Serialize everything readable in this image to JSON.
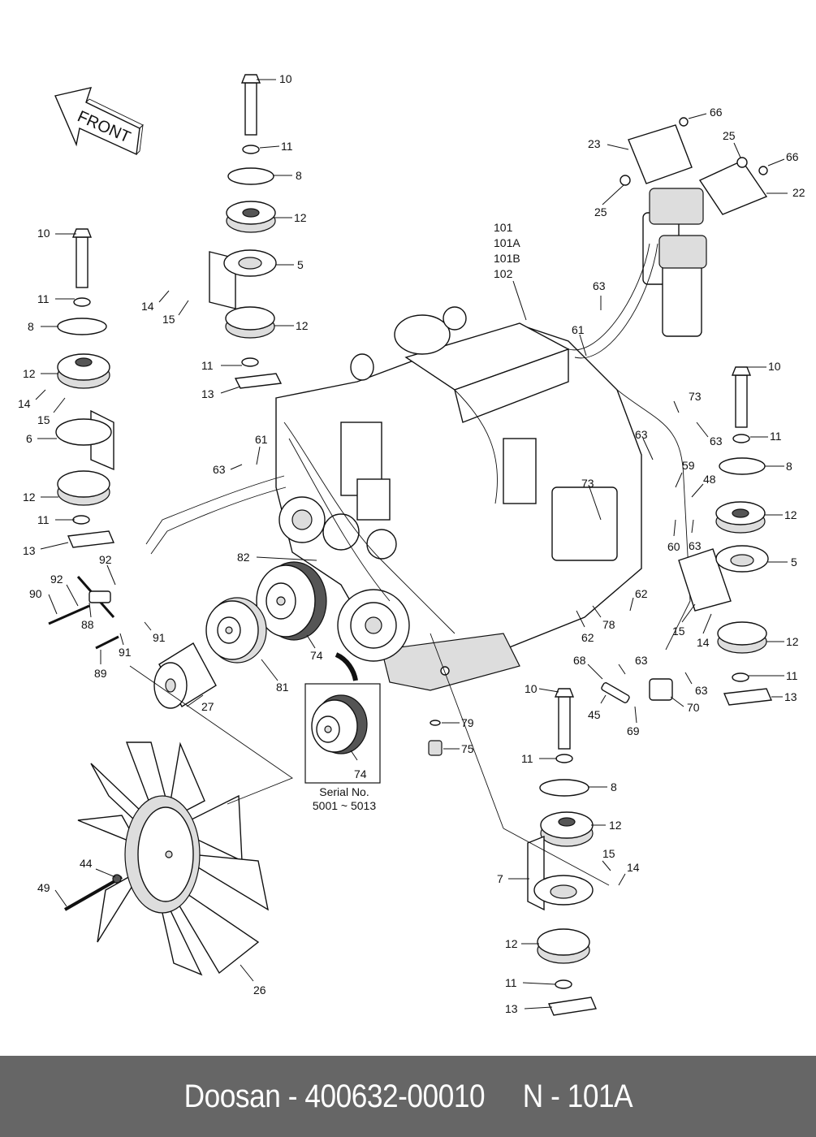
{
  "footer": {
    "brand": "Doosan",
    "part_number": "400632-00010",
    "diagram_ref": "N - 101A",
    "text": "Doosan - 400632-00010     N - 101A"
  },
  "orientation_arrow": {
    "label": "FRONT",
    "icon": "front-arrow-icon"
  },
  "detail_inset": {
    "part_label": "74",
    "serial_title": "Serial No.",
    "serial_range": "5001 ~ 5013"
  },
  "engine_label_stack": [
    "101",
    "101A",
    "101B",
    "102"
  ],
  "callouts": [
    {
      "id": "c1",
      "label": "10"
    },
    {
      "id": "c2",
      "label": "11"
    },
    {
      "id": "c3",
      "label": "8"
    },
    {
      "id": "c4",
      "label": "12"
    },
    {
      "id": "c5",
      "label": "5"
    },
    {
      "id": "c6",
      "label": "12"
    },
    {
      "id": "c7",
      "label": "11"
    },
    {
      "id": "c8",
      "label": "13"
    },
    {
      "id": "c9",
      "label": "14"
    },
    {
      "id": "c10",
      "label": "15"
    },
    {
      "id": "c11",
      "label": "10"
    },
    {
      "id": "c12",
      "label": "11"
    },
    {
      "id": "c13",
      "label": "8"
    },
    {
      "id": "c14",
      "label": "12"
    },
    {
      "id": "c15",
      "label": "14"
    },
    {
      "id": "c16",
      "label": "15"
    },
    {
      "id": "c17",
      "label": "6"
    },
    {
      "id": "c18",
      "label": "12"
    },
    {
      "id": "c19",
      "label": "11"
    },
    {
      "id": "c20",
      "label": "13"
    },
    {
      "id": "c21",
      "label": "66"
    },
    {
      "id": "c22",
      "label": "23"
    },
    {
      "id": "c23",
      "label": "25"
    },
    {
      "id": "c24",
      "label": "66"
    },
    {
      "id": "c25",
      "label": "22"
    },
    {
      "id": "c26",
      "label": "25"
    },
    {
      "id": "c27",
      "label": "63"
    },
    {
      "id": "c28",
      "label": "61"
    },
    {
      "id": "c29",
      "label": "73"
    },
    {
      "id": "c30",
      "label": "63"
    },
    {
      "id": "c31",
      "label": "10"
    },
    {
      "id": "c32",
      "label": "11"
    },
    {
      "id": "c33",
      "label": "8"
    },
    {
      "id": "c34",
      "label": "12"
    },
    {
      "id": "c35",
      "label": "5"
    },
    {
      "id": "c36",
      "label": "12"
    },
    {
      "id": "c37",
      "label": "11"
    },
    {
      "id": "c38",
      "label": "13"
    },
    {
      "id": "c39",
      "label": "15"
    },
    {
      "id": "c40",
      "label": "14"
    },
    {
      "id": "c41",
      "label": "63"
    },
    {
      "id": "c42",
      "label": "59"
    },
    {
      "id": "c43",
      "label": "48"
    },
    {
      "id": "c44",
      "label": "60"
    },
    {
      "id": "c45",
      "label": "63"
    },
    {
      "id": "c46",
      "label": "73"
    },
    {
      "id": "c47",
      "label": "62"
    },
    {
      "id": "c48",
      "label": "62"
    },
    {
      "id": "c49",
      "label": "78"
    },
    {
      "id": "c50",
      "label": "61"
    },
    {
      "id": "c51",
      "label": "63"
    },
    {
      "id": "c52",
      "label": "82"
    },
    {
      "id": "c53",
      "label": "92"
    },
    {
      "id": "c54",
      "label": "92"
    },
    {
      "id": "c55",
      "label": "90"
    },
    {
      "id": "c56",
      "label": "88"
    },
    {
      "id": "c57",
      "label": "91"
    },
    {
      "id": "c58",
      "label": "91"
    },
    {
      "id": "c59",
      "label": "89"
    },
    {
      "id": "c60",
      "label": "74"
    },
    {
      "id": "c61",
      "label": "81"
    },
    {
      "id": "c62",
      "label": "27"
    },
    {
      "id": "c63",
      "label": "79"
    },
    {
      "id": "c64",
      "label": "75"
    },
    {
      "id": "c65",
      "label": "68"
    },
    {
      "id": "c66",
      "label": "63"
    },
    {
      "id": "c67",
      "label": "63"
    },
    {
      "id": "c68",
      "label": "45"
    },
    {
      "id": "c69",
      "label": "69"
    },
    {
      "id": "c70",
      "label": "70"
    },
    {
      "id": "c71",
      "label": "10"
    },
    {
      "id": "c72",
      "label": "11"
    },
    {
      "id": "c73",
      "label": "8"
    },
    {
      "id": "c74",
      "label": "12"
    },
    {
      "id": "c75",
      "label": "15"
    },
    {
      "id": "c76",
      "label": "14"
    },
    {
      "id": "c77",
      "label": "7"
    },
    {
      "id": "c78",
      "label": "12"
    },
    {
      "id": "c79",
      "label": "11"
    },
    {
      "id": "c80",
      "label": "13"
    },
    {
      "id": "c81",
      "label": "44"
    },
    {
      "id": "c82",
      "label": "49"
    },
    {
      "id": "c83",
      "label": "26"
    }
  ]
}
